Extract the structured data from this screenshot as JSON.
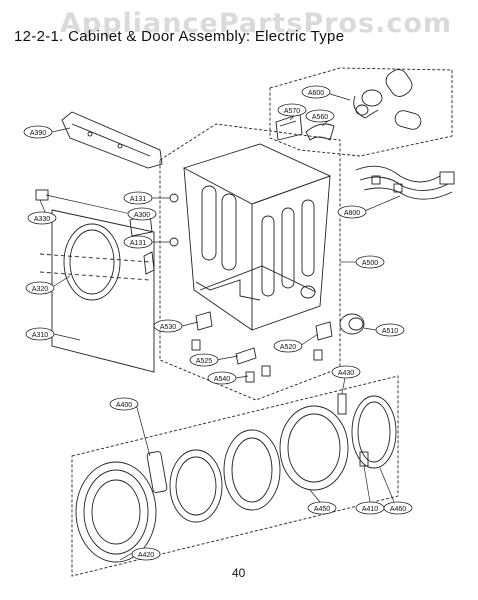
{
  "page": {
    "title": "12-2-1. Cabinet & Door Assembly: Electric Type",
    "watermark": "AppliancePartsPros.com",
    "page_number": "40"
  },
  "callouts": {
    "A600": "A600",
    "A570": "A570",
    "A560": "A560",
    "A390": "A390",
    "A131_top": "A131",
    "A131_bottom": "A131",
    "A300": "A300",
    "A330": "A330",
    "A320": "A320",
    "A310": "A310",
    "A800": "A800",
    "A500": "A500",
    "A530": "A530",
    "A525": "A525",
    "A520": "A520",
    "A510": "A510",
    "A540": "A540",
    "A430": "A430",
    "A400": "A400",
    "A450": "A450",
    "A410": "A410",
    "A460": "A460",
    "A420": "A420"
  }
}
